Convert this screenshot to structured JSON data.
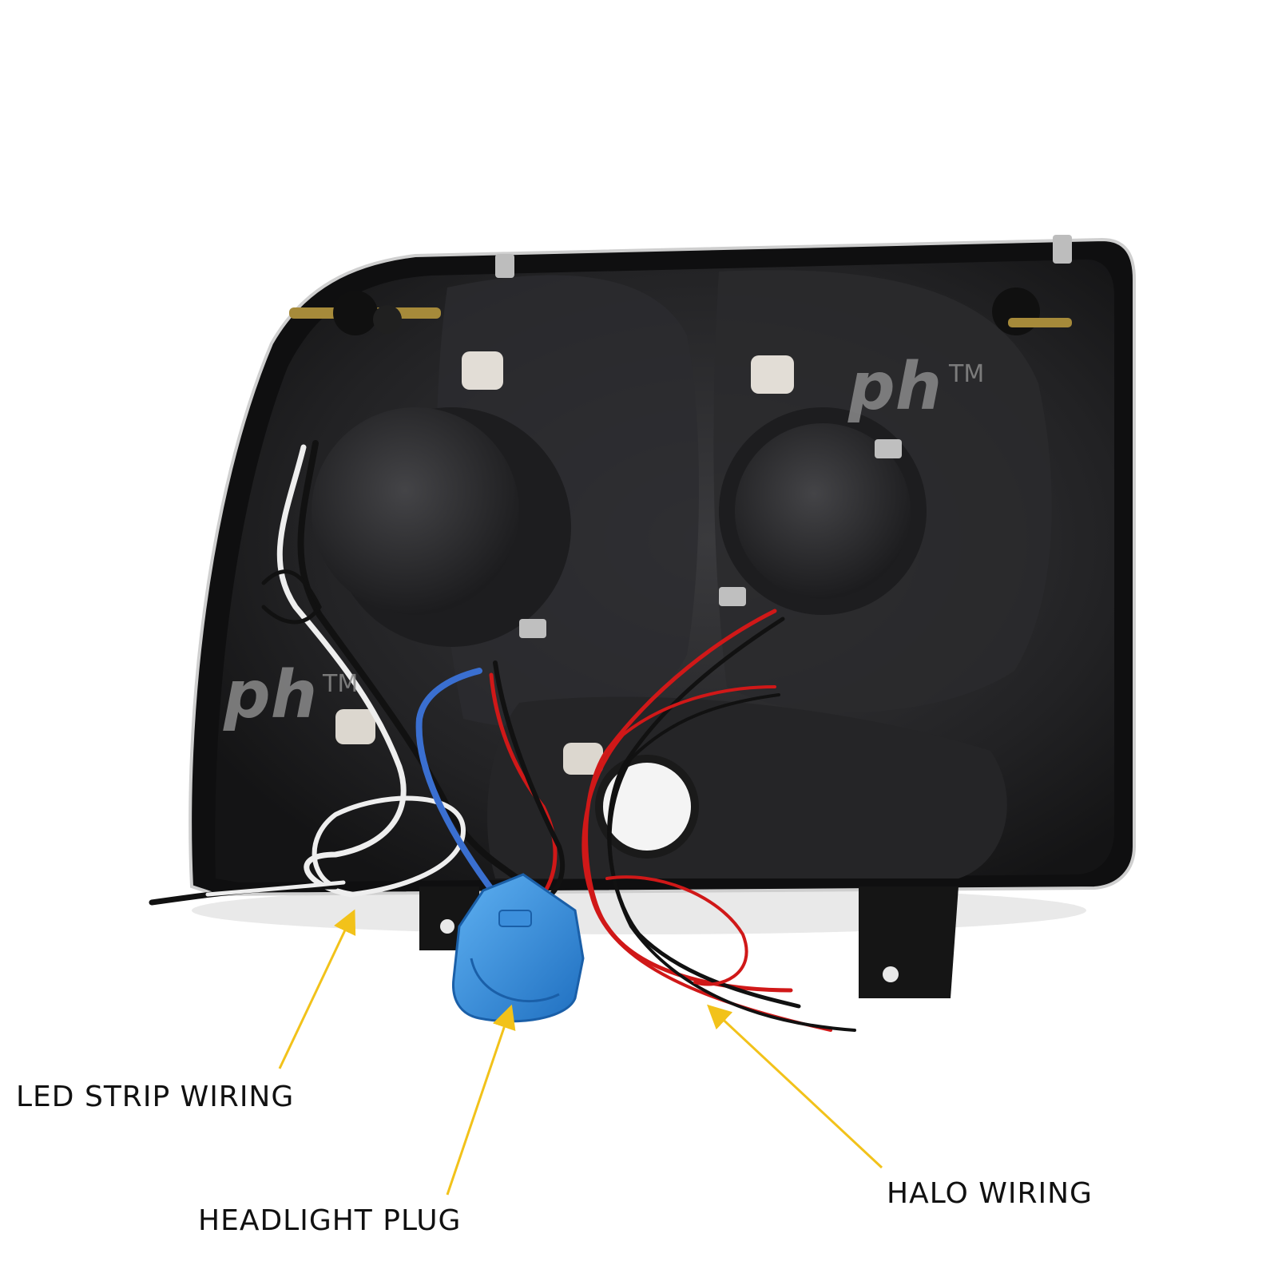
{
  "callouts": {
    "led_strip": "LED STRIP WIRING",
    "headlight_plug": "HEADLIGHT PLUG",
    "halo": "HALO WIRING"
  },
  "watermark": {
    "brand": "ph",
    "mark": "TM"
  },
  "colors": {
    "arrow": "#f2c21a",
    "housing": "#1b1b1d",
    "plug": "#2f8fe0",
    "wire_red": "#d01818",
    "wire_white": "#eeeeee",
    "wire_blue": "#3a6fd0",
    "watermark": "#8a8a8a"
  }
}
